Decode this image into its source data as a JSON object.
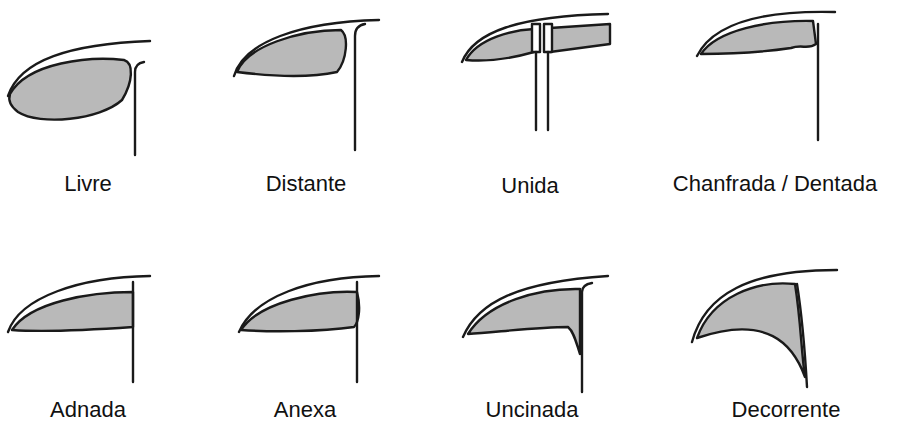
{
  "diagram": {
    "labels": [
      "Livre",
      "Distante",
      "Unida",
      "Chanfrada / Dentada",
      "Adnada",
      "Anexa",
      "Uncinada",
      "Decorrente"
    ]
  }
}
